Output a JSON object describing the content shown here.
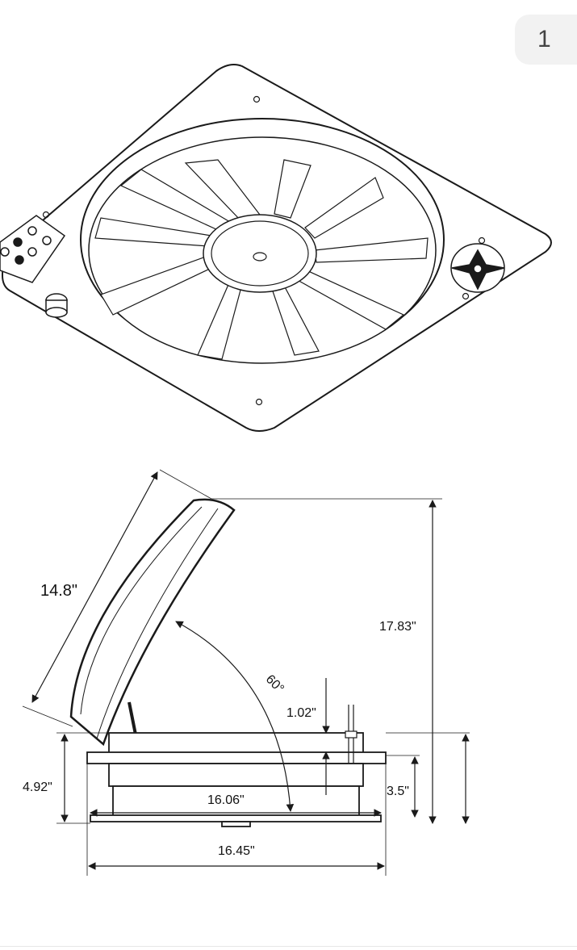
{
  "page_indicator": "1",
  "dimensions": {
    "blade_length": "14.8\"",
    "total_height_open": "17.83\"",
    "opening_angle": "60°",
    "flange_height": "1.02\"",
    "base_height": "4.92\"",
    "lower_height": "3.5\"",
    "inner_width": "16.06\"",
    "outer_width": "16.45\""
  },
  "colors": {
    "line": "#1a1a1a",
    "background": "#ffffff",
    "badge_bg": "#f2f2f2"
  }
}
